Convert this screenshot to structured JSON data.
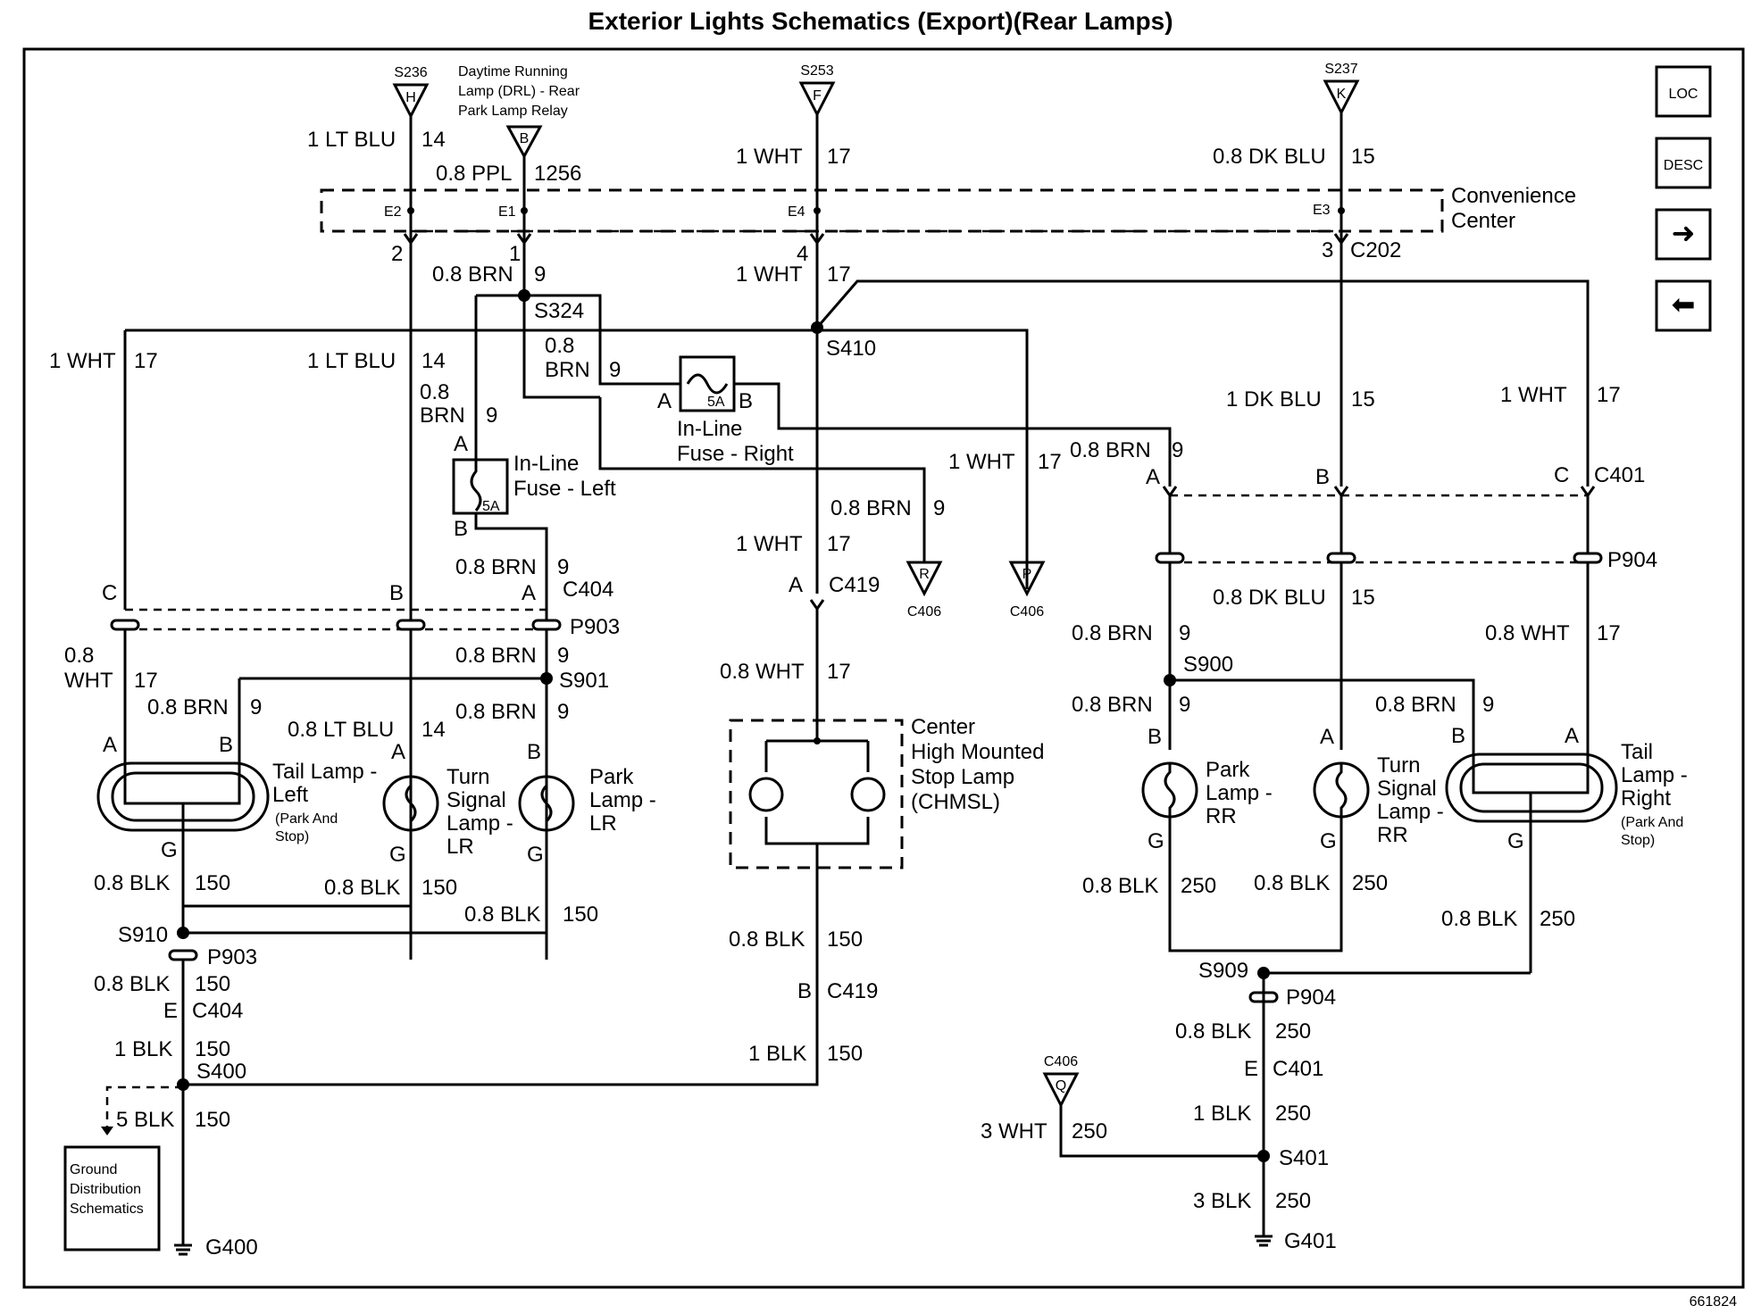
{
  "title": "Exterior Lights Schematics (Export)(Rear Lamps)",
  "doc_number": "661824",
  "nav": {
    "loc": "LOC",
    "desc": "DESC",
    "next": "➜",
    "prev": "⬅"
  },
  "feeds": {
    "s236": "S236",
    "s236_letter": "H",
    "drl_l1": "Daytime Running",
    "drl_l2": "Lamp (DRL) - Rear",
    "drl_l3": "Park Lamp Relay",
    "drl_letter": "B",
    "s253": "S253",
    "s253_letter": "F",
    "s237": "S237",
    "s237_letter": "K"
  },
  "convenience_center": {
    "line1": "Convenience",
    "line2": "Center",
    "e2": "E2",
    "e1": "E1",
    "e4": "E4",
    "e3": "E3",
    "c202": "C202",
    "p2": "2",
    "p1": "1",
    "p4": "4",
    "p3": "3"
  },
  "wires": {
    "lt_blu_1": "1 LT BLU",
    "n14": "14",
    "ppl": "0.8 PPL",
    "n1256": "1256",
    "wht_1": "1 WHT",
    "n17": "17",
    "dk_blu_08": "0.8 DK BLU",
    "n15": "15",
    "brn_08": "0.8 BRN",
    "n9": "9",
    "brn_08_l1": "0.8",
    "brn_08_l2": "BRN",
    "dk_blu_1": "1 DK BLU",
    "wht_08": "0.8 WHT",
    "wht_08_l1": "0.8",
    "wht_08_l2": "WHT",
    "lt_blu_08": "0.8 LT BLU",
    "blk_08": "0.8 BLK",
    "n150": "150",
    "n250": "250",
    "blk_1": "1 BLK",
    "blk_5": "5 BLK",
    "blk_3": "3 BLK",
    "wht_3": "3 WHT"
  },
  "splices": {
    "s324": "S324",
    "s410": "S410",
    "s901": "S901",
    "s900": "S900",
    "s910": "S910",
    "s909": "S909",
    "s400": "S400",
    "s401": "S401"
  },
  "fuses": {
    "right_l1": "In-Line",
    "right_l2": "Fuse - Right",
    "left_l1": "In-Line",
    "left_l2": "Fuse - Left",
    "rating": "5A",
    "a": "A",
    "b": "B"
  },
  "connectors": {
    "c404": "C404",
    "p903": "P903",
    "c419": "C419",
    "c401": "C401",
    "p904": "P904",
    "c406": "C406",
    "a": "A",
    "b": "B",
    "c": "C",
    "e": "E",
    "g": "G",
    "r": "R",
    "p": "P",
    "q": "Q"
  },
  "components": {
    "tail_left_l1": "Tail Lamp -",
    "tail_left_l2": "Left",
    "tail_left_l3": "(Park And",
    "tail_left_l4": "Stop)",
    "turn_lr_l1": "Turn",
    "turn_lr_l2": "Signal",
    "turn_lr_l3": "Lamp -",
    "turn_lr_l4": "LR",
    "park_lr_l1": "Park",
    "park_lr_l2": "Lamp -",
    "park_lr_l3": "LR",
    "chmsl_l1": "Center",
    "chmsl_l2": "High Mounted",
    "chmsl_l3": "Stop Lamp",
    "chmsl_l4": "(CHMSL)",
    "park_rr_l1": "Park",
    "park_rr_l2": "Lamp -",
    "park_rr_l3": "RR",
    "turn_rr_l1": "Turn",
    "turn_rr_l2": "Signal",
    "turn_rr_l3": "Lamp -",
    "turn_rr_l4": "RR",
    "tail_right_l1": "Tail",
    "tail_right_l2": "Lamp -",
    "tail_right_l3": "Right",
    "tail_right_l4": "(Park And",
    "tail_right_l5": "Stop)"
  },
  "grounds": {
    "g400": "G400",
    "g401": "G401",
    "ref_l1": "Ground",
    "ref_l2": "Distribution",
    "ref_l3": "Schematics"
  }
}
